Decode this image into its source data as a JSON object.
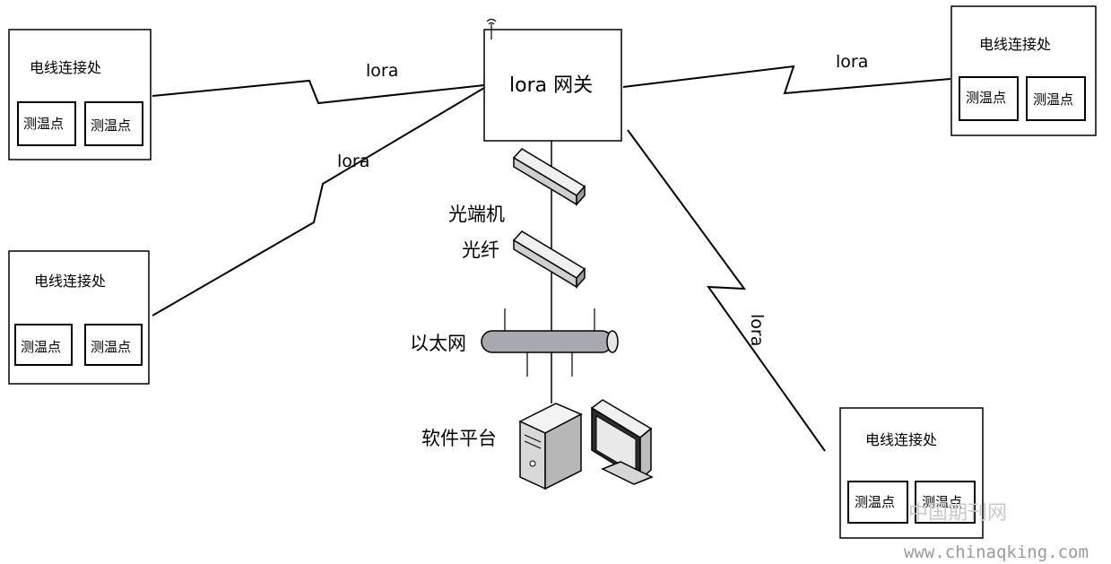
{
  "gateway": {
    "label": "lora 网关"
  },
  "connections": [
    {
      "title": "电线连接处",
      "point_a": "测温点",
      "point_b": "测温点"
    },
    {
      "title": "电线连接处",
      "point_a": "测温点",
      "point_b": "测温点"
    },
    {
      "title": "电线连接处",
      "point_a": "测温点",
      "point_b": "测温点"
    },
    {
      "title": "电线连接处",
      "point_a": "测温点",
      "point_b": "测温点"
    }
  ],
  "links": [
    "lora",
    "lora",
    "lora",
    "lora"
  ],
  "network": {
    "optical_terminal": "光端机",
    "fiber": "光纤",
    "ethernet": "以太网",
    "software_platform": "软件平台"
  },
  "watermark": {
    "site_name": "中国期刊网",
    "url": "www.chinaqking.com"
  },
  "colors": {
    "line": "#000000",
    "device_fill": "#e8e8e8",
    "cable_fill": "#a8a8b0",
    "background": "#ffffff"
  }
}
